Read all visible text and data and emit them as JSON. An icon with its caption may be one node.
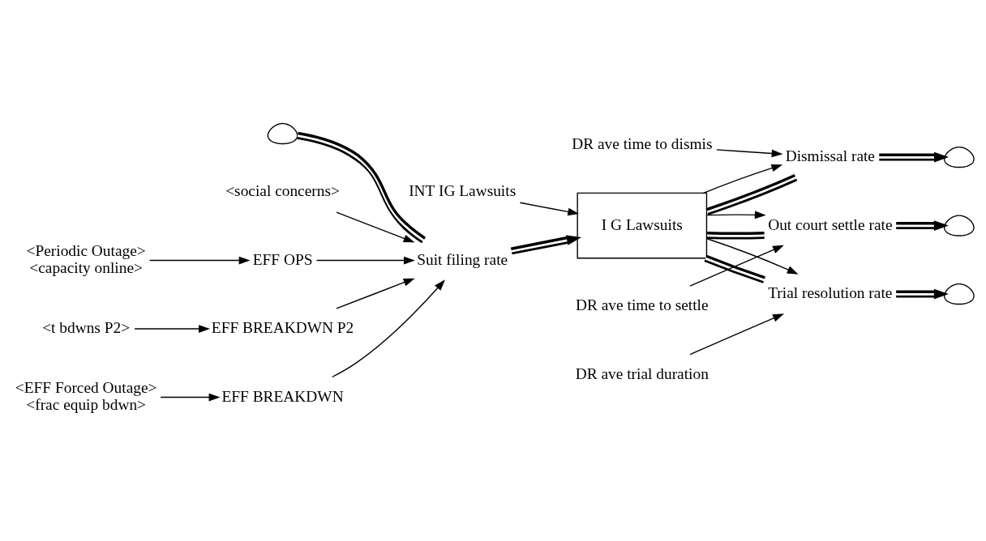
{
  "diagram": {
    "nodes": [
      {
        "text": [
          "INT IG Lawsuits"
        ]
      },
      {
        "text": [
          "I G Lawsuits"
        ]
      },
      {
        "text": [],
        "shape": "cloud"
      },
      {
        "text": [
          "Suit filing rate"
        ]
      },
      {
        "text": [
          "<social concerns>"
        ]
      },
      {
        "text": [
          "EFF OPS"
        ]
      },
      {
        "text": [
          "EFF BREAKDWN P2"
        ]
      },
      {
        "text": [
          "EFF BREAKDWN"
        ]
      },
      {
        "text": [
          "<t bdwns P2>"
        ]
      },
      {
        "text": [
          "<Periodic Outage>",
          "<capacity online>"
        ]
      },
      {
        "text": [
          "<EFF Forced Outage>",
          "<frac equip bdwn>"
        ]
      },
      {
        "text": [
          "Dismissal rate"
        ]
      },
      {
        "text": [],
        "shape": "cloud"
      },
      {
        "text": [
          "DR ave time to dismis"
        ]
      },
      {
        "text": [
          "Out court settle rate"
        ]
      },
      {
        "text": [],
        "shape": "cloud"
      },
      {
        "text": [
          "DR ave time to settle"
        ]
      },
      {
        "text": [
          "Trial resolution rate"
        ]
      },
      {
        "text": [],
        "shape": "cloud"
      },
      {
        "text": [
          "DR ave trial duration"
        ]
      }
    ],
    "edges": [
      {
        "from": 0,
        "to": 1,
        "arrow": "to"
      },
      {
        "from": 2,
        "to": 3,
        "arrow": "none",
        "style": "thick"
      },
      {
        "from": 3,
        "to": 1,
        "arrow": "to",
        "style": "thick"
      },
      {
        "from": 4,
        "to": 3,
        "arrow": "to"
      },
      {
        "from": 5,
        "to": 3,
        "arrow": "to"
      },
      {
        "from": 6,
        "to": 3,
        "arrow": "to"
      },
      {
        "from": 7,
        "to": 3,
        "arrow": "to"
      },
      {
        "from": 8,
        "to": 6,
        "arrow": "to"
      },
      {
        "from": 9,
        "to": 5,
        "arrow": "to"
      },
      {
        "from": 10,
        "to": 7,
        "arrow": "to"
      },
      {
        "from": 1,
        "to": 11,
        "arrow": "none",
        "style": "thick"
      },
      {
        "from": 11,
        "to": 12,
        "arrow": "to",
        "style": "thick"
      },
      {
        "from": 1,
        "to": 11,
        "arrow": "to"
      },
      {
        "from": 13,
        "to": 11,
        "arrow": "to"
      },
      {
        "from": 1,
        "to": 14,
        "arrow": "none",
        "style": "thick"
      },
      {
        "from": 14,
        "to": 15,
        "arrow": "to",
        "style": "thick"
      },
      {
        "from": 1,
        "to": 14,
        "arrow": "to"
      },
      {
        "from": 16,
        "to": 14,
        "arrow": "to"
      },
      {
        "from": 1,
        "to": 17,
        "arrow": "none",
        "style": "thick"
      },
      {
        "from": 17,
        "to": 18,
        "arrow": "to",
        "style": "thick"
      },
      {
        "from": 1,
        "to": 17,
        "arrow": "to"
      },
      {
        "from": 19,
        "to": 17,
        "arrow": "to"
      }
    ]
  }
}
